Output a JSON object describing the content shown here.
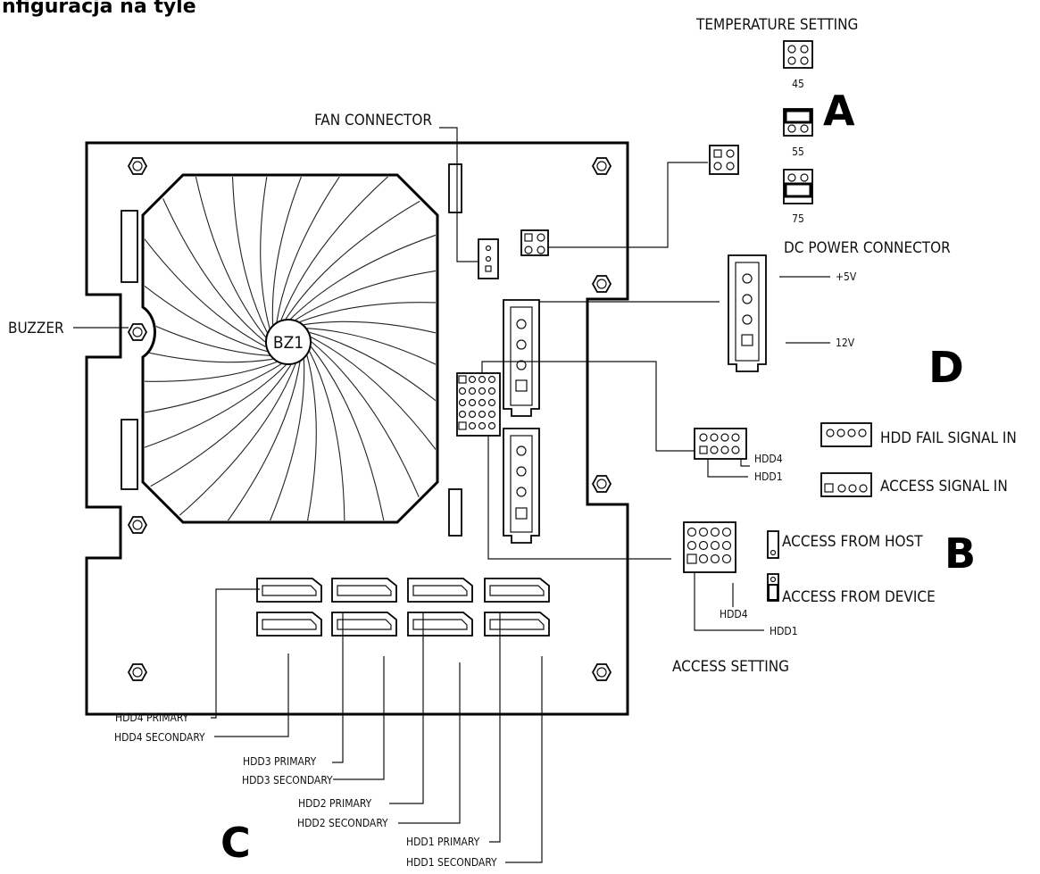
{
  "title": "nfiguracja na tyle",
  "labels": {
    "temperature_setting": "TEMPERATURE SETTING",
    "temp_45": "45",
    "temp_55": "55",
    "temp_75": "75",
    "letter_a": "A",
    "letter_b": "B",
    "letter_c": "C",
    "letter_d": "D",
    "fan_connector": "FAN CONNECTOR",
    "buzzer": "BUZZER",
    "bz1": "BZ1",
    "dc_power_connector": "DC POWER CONNECTOR",
    "plus_5v": "+5V",
    "v12": "12V",
    "hdd_fail_signal_in": "HDD FAIL SIGNAL IN",
    "access_signal_in": "ACCESS SIGNAL IN",
    "hdd4_a": "HDD4",
    "hdd1_a": "HDD1",
    "access_from_host": "ACCESS FROM HOST",
    "access_from_device": "ACCESS FROM DEVICE",
    "hdd4_b": "HDD4",
    "hdd1_b": "HDD1",
    "access_setting": "ACCESS SETTING",
    "hdd4_primary": "HDD4 PRIMARY",
    "hdd4_secondary": "HDD4 SECONDARY",
    "hdd3_primary": "HDD3 PRIMARY",
    "hdd3_secondary": "HDD3 SECONDARY",
    "hdd2_primary": "HDD2 PRIMARY",
    "hdd2_secondary": "HDD2 SECONDARY",
    "hdd1_primary": "HDD1 PRIMARY",
    "hdd1_secondary": "HDD1 SECONDARY"
  }
}
